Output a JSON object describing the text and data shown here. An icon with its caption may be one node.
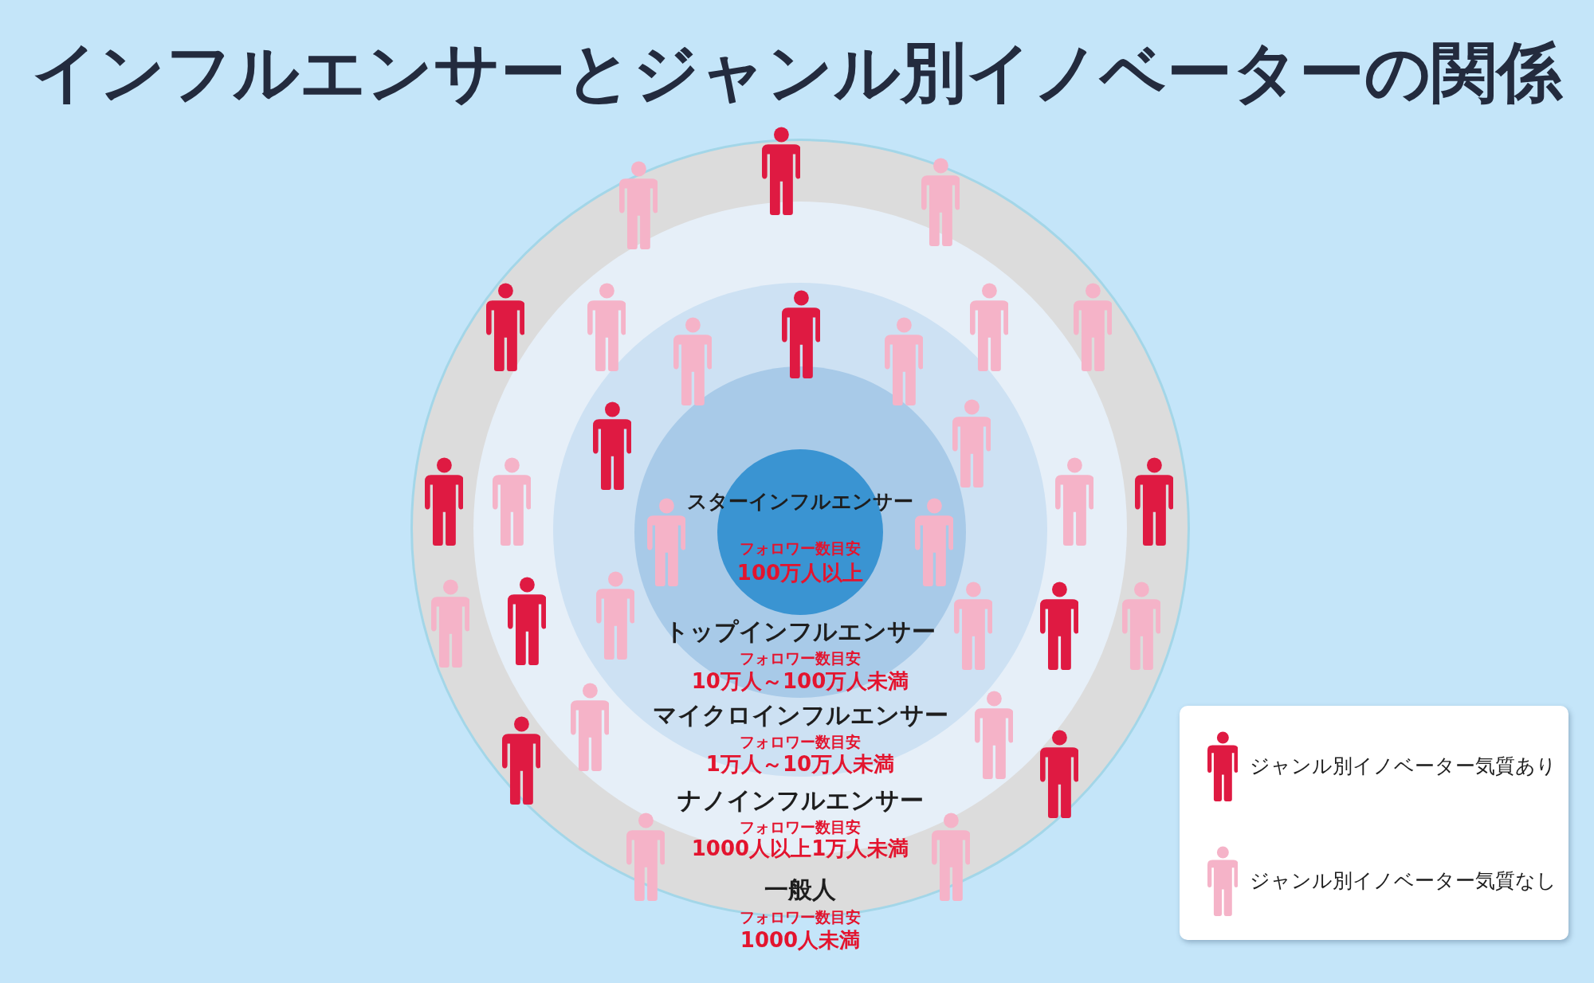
{
  "diagram": {
    "title": "インフルエンサーとジャンル別イノベーターの関係",
    "nodes": [
      {
        "text": [
          "一般人",
          "フォロワー数目安",
          "1000人未満"
        ]
      },
      {
        "text": [
          "ナノインフルエンサー",
          "フォロワー数目安",
          "1000人以上1万人未満"
        ],
        "in": 0
      },
      {
        "text": [
          "マイクロインフルエンサー",
          "フォロワー数目安",
          "1万人～10万人未満"
        ],
        "in": 1
      },
      {
        "text": [
          "トップインフルエンサー",
          "フォロワー数目安",
          "10万人～100万人未満"
        ],
        "in": 2
      },
      {
        "text": [
          "スターインフルエンサー",
          "フォロワー数目安",
          "100万人以上"
        ],
        "in": 3
      }
    ],
    "legend": [
      {
        "text": "ジャンル別イノベーター気質あり"
      },
      {
        "text": "ジャンル別イノベーター気質なし"
      }
    ]
  }
}
